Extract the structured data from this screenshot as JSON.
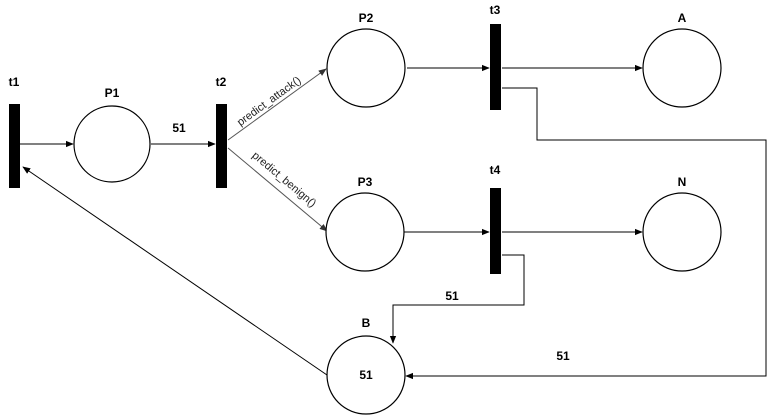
{
  "transitions": {
    "t1": "t1",
    "t2": "t2",
    "t3": "t3",
    "t4": "t4"
  },
  "places": {
    "P1": "P1",
    "P2": "P2",
    "P3": "P3",
    "A": "A",
    "N": "N",
    "B": "B"
  },
  "tokens": {
    "B": "51"
  },
  "arc_labels": {
    "t2_to_P2": "predict_attack()",
    "t2_to_P3": "predict_benign()",
    "P1_to_t2_weight": "51",
    "t4_to_B_weight": "51",
    "t3_to_B_weight": "51"
  },
  "colors": {
    "stroke": "#000000",
    "func_arc": "#555555",
    "transition_fill": "#000000",
    "background": "#ffffff"
  }
}
